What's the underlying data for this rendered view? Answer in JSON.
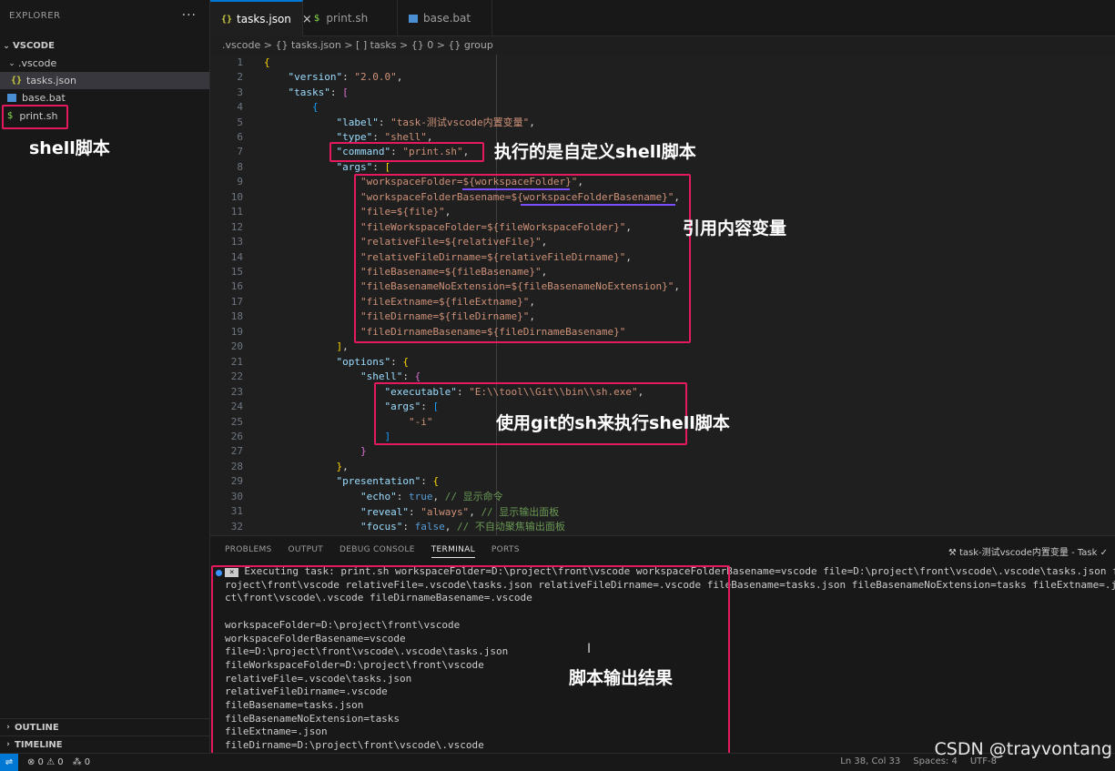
{
  "sidebar": {
    "title": "EXPLORER",
    "more": "···",
    "root": "VSCODE",
    "items": [
      {
        "label": ".vscode",
        "type": "folder"
      },
      {
        "label": "tasks.json",
        "type": "json"
      },
      {
        "label": "base.bat",
        "type": "bat"
      },
      {
        "label": "print.sh",
        "type": "sh"
      }
    ],
    "outline": "OUTLINE",
    "timeline": "TIMELINE"
  },
  "tabs": [
    {
      "label": "tasks.json",
      "icon": "{}",
      "active": true,
      "close": "×"
    },
    {
      "label": "print.sh",
      "icon": "$"
    },
    {
      "label": "base.bat",
      "icon": "bat"
    }
  ],
  "breadcrumb": ".vscode > {} tasks.json > [ ] tasks > {} 0 > {} group",
  "code": [
    {
      "n": "1",
      "c": [
        [
          "b1",
          "{"
        ]
      ]
    },
    {
      "n": "2",
      "c": [
        [
          "p",
          "    "
        ],
        [
          "k",
          "\"version\""
        ],
        [
          "p",
          ": "
        ],
        [
          "s",
          "\"2.0.0\""
        ],
        [
          "p",
          ","
        ]
      ]
    },
    {
      "n": "3",
      "c": [
        [
          "p",
          "    "
        ],
        [
          "k",
          "\"tasks\""
        ],
        [
          "p",
          ": "
        ],
        [
          "b2",
          "["
        ]
      ]
    },
    {
      "n": "4",
      "c": [
        [
          "p",
          "        "
        ],
        [
          "b3",
          "{"
        ]
      ]
    },
    {
      "n": "5",
      "c": [
        [
          "p",
          "            "
        ],
        [
          "k",
          "\"label\""
        ],
        [
          "p",
          ": "
        ],
        [
          "s",
          "\"task-测试vscode内置变量\""
        ],
        [
          "p",
          ","
        ]
      ]
    },
    {
      "n": "6",
      "c": [
        [
          "p",
          "            "
        ],
        [
          "k",
          "\"type\""
        ],
        [
          "p",
          ": "
        ],
        [
          "s",
          "\"shell\""
        ],
        [
          "p",
          ","
        ]
      ]
    },
    {
      "n": "7",
      "c": [
        [
          "p",
          "            "
        ],
        [
          "k",
          "\"command\""
        ],
        [
          "p",
          ": "
        ],
        [
          "s",
          "\"print.sh\""
        ],
        [
          "p",
          ","
        ]
      ]
    },
    {
      "n": "8",
      "c": [
        [
          "p",
          "            "
        ],
        [
          "k",
          "\"args\""
        ],
        [
          "p",
          ": "
        ],
        [
          "b1",
          "["
        ]
      ]
    },
    {
      "n": "9",
      "c": [
        [
          "p",
          "                "
        ],
        [
          "s",
          "\"workspaceFolder=${workspaceFolder}\""
        ],
        [
          "p",
          ","
        ]
      ]
    },
    {
      "n": "10",
      "c": [
        [
          "p",
          "                "
        ],
        [
          "s",
          "\"workspaceFolderBasename=${workspaceFolderBasename}\""
        ],
        [
          "p",
          ","
        ]
      ]
    },
    {
      "n": "11",
      "c": [
        [
          "p",
          "                "
        ],
        [
          "s",
          "\"file=${file}\""
        ],
        [
          "p",
          ","
        ]
      ]
    },
    {
      "n": "12",
      "c": [
        [
          "p",
          "                "
        ],
        [
          "s",
          "\"fileWorkspaceFolder=${fileWorkspaceFolder}\""
        ],
        [
          "p",
          ","
        ]
      ]
    },
    {
      "n": "13",
      "c": [
        [
          "p",
          "                "
        ],
        [
          "s",
          "\"relativeFile=${relativeFile}\""
        ],
        [
          "p",
          ","
        ]
      ]
    },
    {
      "n": "14",
      "c": [
        [
          "p",
          "                "
        ],
        [
          "s",
          "\"relativeFileDirname=${relativeFileDirname}\""
        ],
        [
          "p",
          ","
        ]
      ]
    },
    {
      "n": "15",
      "c": [
        [
          "p",
          "                "
        ],
        [
          "s",
          "\"fileBasename=${fileBasename}\""
        ],
        [
          "p",
          ","
        ]
      ]
    },
    {
      "n": "16",
      "c": [
        [
          "p",
          "                "
        ],
        [
          "s",
          "\"fileBasenameNoExtension=${fileBasenameNoExtension}\""
        ],
        [
          "p",
          ","
        ]
      ]
    },
    {
      "n": "17",
      "c": [
        [
          "p",
          "                "
        ],
        [
          "s",
          "\"fileExtname=${fileExtname}\""
        ],
        [
          "p",
          ","
        ]
      ]
    },
    {
      "n": "18",
      "c": [
        [
          "p",
          "                "
        ],
        [
          "s",
          "\"fileDirname=${fileDirname}\""
        ],
        [
          "p",
          ","
        ]
      ]
    },
    {
      "n": "19",
      "c": [
        [
          "p",
          "                "
        ],
        [
          "s",
          "\"fileDirnameBasename=${fileDirnameBasename}\""
        ]
      ]
    },
    {
      "n": "20",
      "c": [
        [
          "p",
          "            "
        ],
        [
          "b1",
          "]"
        ],
        [
          "p",
          ","
        ]
      ]
    },
    {
      "n": "21",
      "c": [
        [
          "p",
          "            "
        ],
        [
          "k",
          "\"options\""
        ],
        [
          "p",
          ": "
        ],
        [
          "b1",
          "{"
        ]
      ]
    },
    {
      "n": "22",
      "c": [
        [
          "p",
          "                "
        ],
        [
          "k",
          "\"shell\""
        ],
        [
          "p",
          ": "
        ],
        [
          "b2",
          "{"
        ]
      ]
    },
    {
      "n": "23",
      "c": [
        [
          "p",
          "                    "
        ],
        [
          "k",
          "\"executable\""
        ],
        [
          "p",
          ": "
        ],
        [
          "s",
          "\"E:\\\\tool\\\\Git\\\\bin\\\\sh.exe\""
        ],
        [
          "p",
          ","
        ]
      ]
    },
    {
      "n": "24",
      "c": [
        [
          "p",
          "                    "
        ],
        [
          "k",
          "\"args\""
        ],
        [
          "p",
          ": "
        ],
        [
          "b3",
          "["
        ]
      ]
    },
    {
      "n": "25",
      "c": [
        [
          "p",
          "                        "
        ],
        [
          "s",
          "\"-i\""
        ]
      ]
    },
    {
      "n": "26",
      "c": [
        [
          "p",
          "                    "
        ],
        [
          "b3",
          "]"
        ]
      ]
    },
    {
      "n": "27",
      "c": [
        [
          "p",
          "                "
        ],
        [
          "b2",
          "}"
        ]
      ]
    },
    {
      "n": "28",
      "c": [
        [
          "p",
          "            "
        ],
        [
          "b1",
          "}"
        ],
        [
          "p",
          ","
        ]
      ]
    },
    {
      "n": "29",
      "c": [
        [
          "p",
          "            "
        ],
        [
          "k",
          "\"presentation\""
        ],
        [
          "p",
          ": "
        ],
        [
          "b1",
          "{"
        ]
      ]
    },
    {
      "n": "30",
      "c": [
        [
          "p",
          "                "
        ],
        [
          "k",
          "\"echo\""
        ],
        [
          "p",
          ": "
        ],
        [
          "kw",
          "true"
        ],
        [
          "p",
          ", "
        ],
        [
          "cm",
          "// 显示命令"
        ]
      ]
    },
    {
      "n": "31",
      "c": [
        [
          "p",
          "                "
        ],
        [
          "k",
          "\"reveal\""
        ],
        [
          "p",
          ": "
        ],
        [
          "s",
          "\"always\""
        ],
        [
          "p",
          ", "
        ],
        [
          "cm",
          "// 显示输出面板"
        ]
      ]
    },
    {
      "n": "32",
      "c": [
        [
          "p",
          "                "
        ],
        [
          "k",
          "\"focus\""
        ],
        [
          "p",
          ": "
        ],
        [
          "kw",
          "false"
        ],
        [
          "p",
          ", "
        ],
        [
          "cm",
          "// 不自动聚焦输出面板"
        ]
      ]
    }
  ],
  "annotations": {
    "shell_script": "shell脚本",
    "custom_script": "执行的是自定义shell脚本",
    "reference_vars": "引用内容变量",
    "git_sh": "使用git的sh来执行shell脚本",
    "output_result": "脚本输出结果"
  },
  "panel": {
    "tabs": [
      "PROBLEMS",
      "OUTPUT",
      "DEBUG CONSOLE",
      "TERMINAL",
      "PORTS"
    ],
    "active_tab": "TERMINAL",
    "task_label": "task-测试vscode内置变量 - Task",
    "term_x": "×",
    "terminal_lines": [
      "Executing task: print.sh workspaceFolder=D:\\project\\front\\vscode workspaceFolderBasename=vscode file=D:\\project\\front\\vscode\\.vscode\\tasks.json fi",
      "roject\\front\\vscode relativeFile=.vscode\\tasks.json relativeFileDirname=.vscode fileBasename=tasks.json fileBasenameNoExtension=tasks fileExtname=.jso",
      "ct\\front\\vscode\\.vscode fileDirnameBasename=.vscode",
      "",
      "workspaceFolder=D:\\project\\front\\vscode",
      "workspaceFolderBasename=vscode",
      "file=D:\\project\\front\\vscode\\.vscode\\tasks.json",
      "fileWorkspaceFolder=D:\\project\\front\\vscode",
      "relativeFile=.vscode\\tasks.json",
      "relativeFileDirname=.vscode",
      "fileBasename=tasks.json",
      "fileBasenameNoExtension=tasks",
      "fileExtname=.json",
      "fileDirname=D:\\project\\front\\vscode\\.vscode"
    ]
  },
  "status": {
    "errors": "⊗ 0 ⚠ 0",
    "ports": "⁂ 0",
    "position": "Ln 38, Col 33",
    "spaces": "Spaces: 4",
    "encoding": "UTF-8"
  },
  "watermark": "CSDN @trayvontang"
}
